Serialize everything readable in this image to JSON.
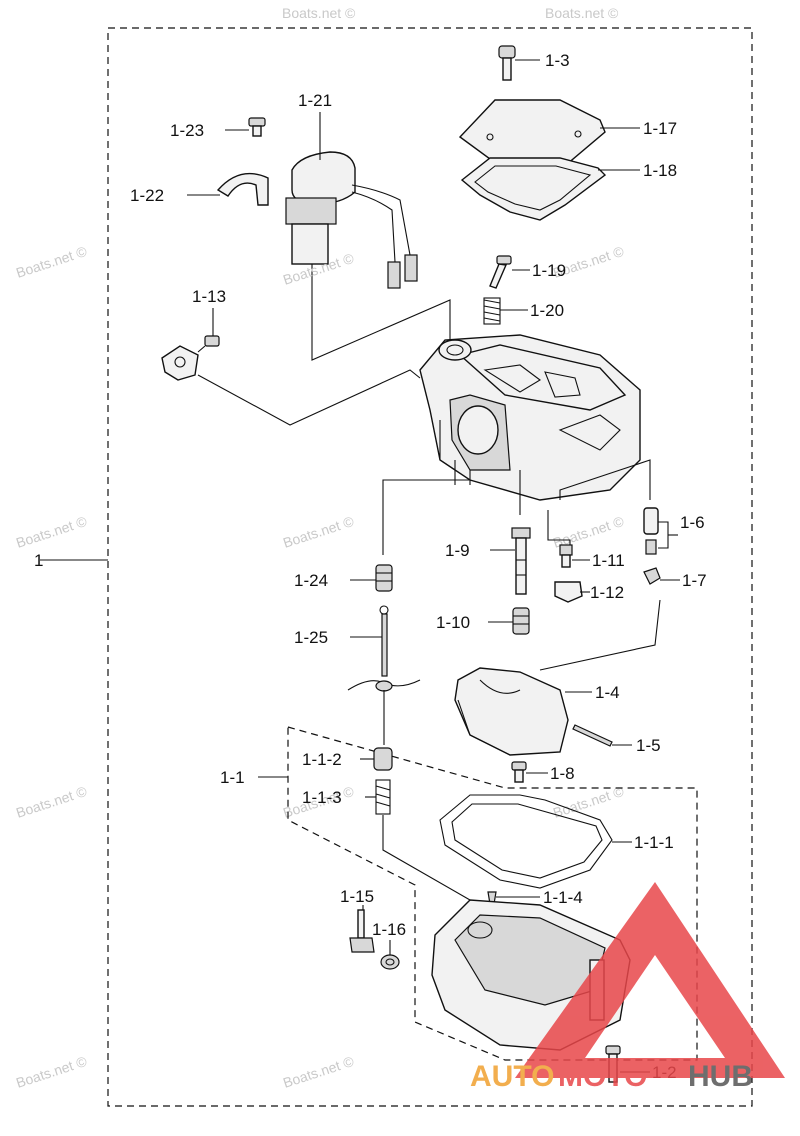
{
  "labels": {
    "p1": "1",
    "p1_1": "1-1",
    "p1_1_1": "1-1-1",
    "p1_1_2": "1-1-2",
    "p1_1_3": "1-1-3",
    "p1_1_4": "1-1-4",
    "p1_2": "1-2",
    "p1_3": "1-3",
    "p1_4": "1-4",
    "p1_5": "1-5",
    "p1_6": "1-6",
    "p1_7": "1-7",
    "p1_8": "1-8",
    "p1_9": "1-9",
    "p1_10": "1-10",
    "p1_11": "1-11",
    "p1_12": "1-12",
    "p1_13": "1-13",
    "p1_15": "1-15",
    "p1_16": "1-16",
    "p1_17": "1-17",
    "p1_18": "1-18",
    "p1_19": "1-19",
    "p1_20": "1-20",
    "p1_21": "1-21",
    "p1_22": "1-22",
    "p1_23": "1-23",
    "p1_24": "1-24",
    "p1_25": "1-25"
  },
  "watermark": "Boats.net ©",
  "logo": {
    "auto": "AUTO",
    "moto": "MOTO",
    "hub": "HUB",
    "color_triangle": "#e8474a",
    "color_auto": "#f0a030",
    "color_hub": "#555555"
  }
}
